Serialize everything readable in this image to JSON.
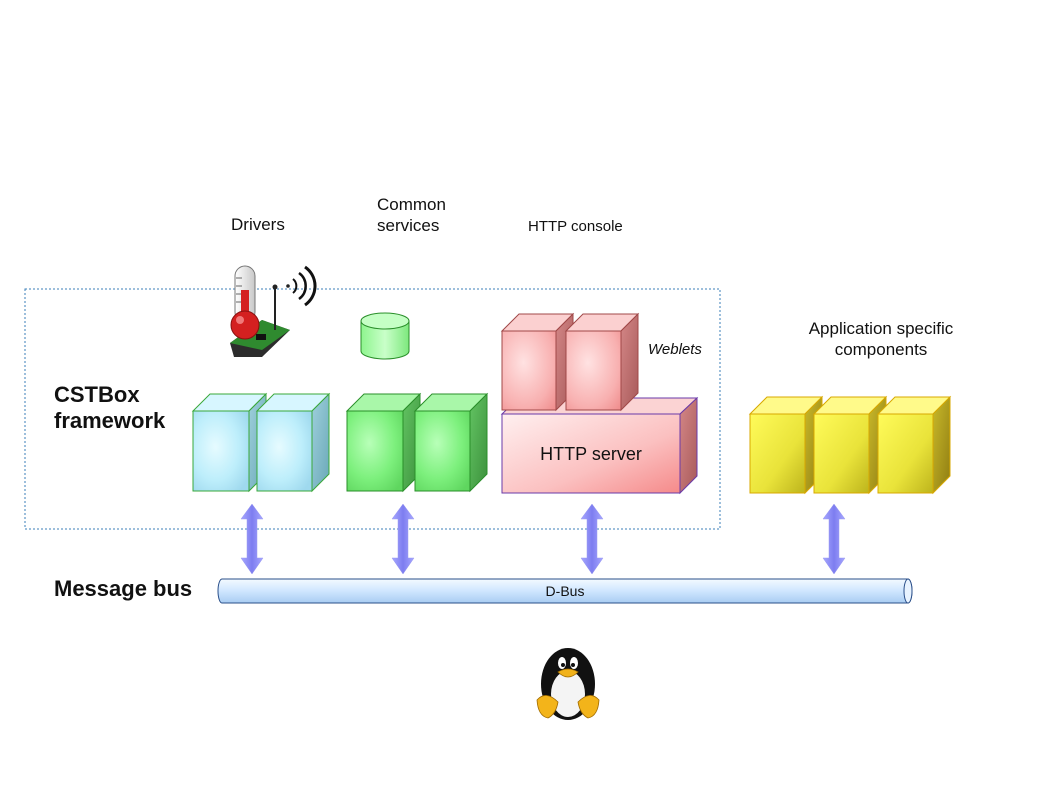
{
  "labels": {
    "drivers": "Drivers",
    "common_services": "Common services",
    "http_console": "HTTP console",
    "app_specific": "Application specific components",
    "framework": "CSTBox framework",
    "message_bus": "Message bus",
    "weblets": "Weblets",
    "http_server": "HTTP server",
    "dbus": "D-Bus"
  },
  "colors": {
    "drivers": "#bfefff",
    "services": "#7fef7f",
    "console": "#f7b3b3",
    "app": "#f4f039",
    "bus": "#cfe6ff",
    "arrow": "#8c8cf0"
  },
  "icons": [
    "thermometer-sensor-icon",
    "database-cylinder-icon",
    "linux-tux-icon"
  ]
}
